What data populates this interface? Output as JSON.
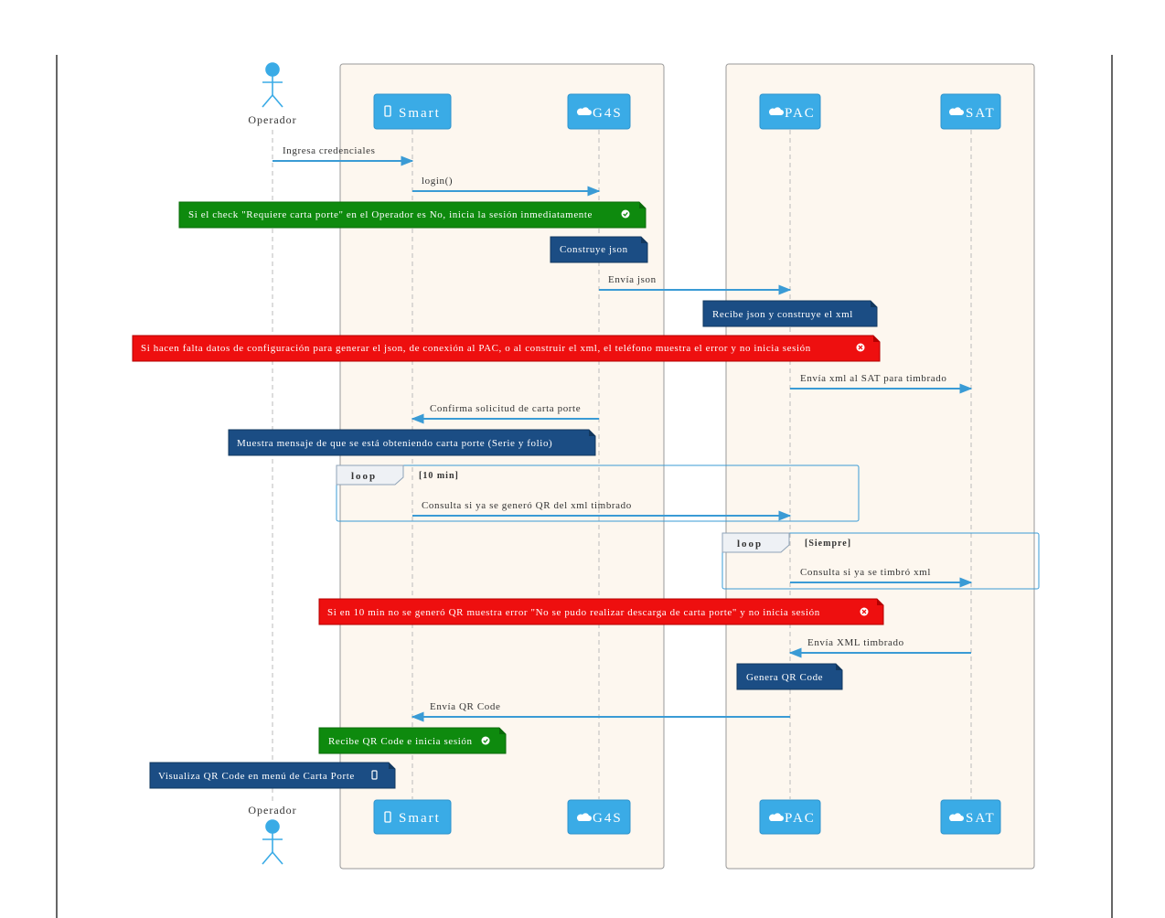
{
  "colors": {
    "arrow": "#3a9bd5",
    "participant_fill": "#3aabe6",
    "group_fill": "#fdf7ef",
    "group_stroke": "#999999",
    "note_success": "#0e8a0e",
    "note_info": "#1b4d84",
    "note_error": "#ee0f0f",
    "actor": "#3aabe6"
  },
  "participants": [
    {
      "id": "operador",
      "type": "actor",
      "label": "Operador",
      "icon": "actor-figure"
    },
    {
      "id": "smart",
      "type": "box",
      "label": "Smart",
      "icon": "mobile-phone-icon"
    },
    {
      "id": "g4s",
      "type": "box",
      "label": "G4S",
      "icon": "cloud-icon"
    },
    {
      "id": "pac",
      "type": "box",
      "label": "PAC",
      "icon": "cloud-icon"
    },
    {
      "id": "sat",
      "type": "box",
      "label": "SAT",
      "icon": "cloud-icon"
    }
  ],
  "groups": [
    {
      "id": "group-smart-g4s",
      "members": [
        "smart",
        "g4s"
      ]
    },
    {
      "id": "group-pac-sat",
      "members": [
        "pac",
        "sat"
      ]
    }
  ],
  "messages": [
    {
      "id": "msg-ingresa-credenciales",
      "from": "operador",
      "to": "smart",
      "label": "Ingresa credenciales"
    },
    {
      "id": "msg-login",
      "from": "smart",
      "to": "g4s",
      "label": "login()"
    },
    {
      "id": "msg-envia-json",
      "from": "g4s",
      "to": "pac",
      "label": "Envía json"
    },
    {
      "id": "msg-envia-xml-sat",
      "from": "pac",
      "to": "sat",
      "label": "Envía xml al SAT para timbrado"
    },
    {
      "id": "msg-confirma-solicitud",
      "from": "g4s",
      "to": "smart",
      "label": "Confirma solicitud de carta porte"
    },
    {
      "id": "msg-consulta-qr",
      "from": "smart",
      "to": "pac",
      "label": "Consulta si ya se generó QR del xml timbrado"
    },
    {
      "id": "msg-consulta-timbro",
      "from": "pac",
      "to": "sat",
      "label": "Consulta si ya se timbró xml"
    },
    {
      "id": "msg-envia-xml-timbrado",
      "from": "sat",
      "to": "pac",
      "label": "Envía XML timbrado"
    },
    {
      "id": "msg-envia-qr",
      "from": "pac",
      "to": "smart",
      "label": "Envía QR Code"
    }
  ],
  "notes": [
    {
      "id": "note-check-carta-porte",
      "style": "success",
      "text": "Si el check \"Requiere carta porte\" en el Operador es No, inicia la sesión inmediatamente",
      "icon": "check-circle-icon"
    },
    {
      "id": "note-construye-json",
      "style": "info",
      "text": "Construye json",
      "icon": ""
    },
    {
      "id": "note-recibe-json",
      "style": "info",
      "text": "Recibe json y construye el xml",
      "icon": ""
    },
    {
      "id": "note-error-config",
      "style": "error",
      "text": "Si hacen falta datos de configuración para generar el json, de conexión al PAC, o al construir el xml, el teléfono muestra el error y no inicia sesión",
      "icon": "x-circle-icon"
    },
    {
      "id": "note-muestra-mensaje",
      "style": "info",
      "text": "Muestra mensaje de que se está obteniendo carta porte (Serie y folio)",
      "icon": ""
    },
    {
      "id": "note-error-10min",
      "style": "error",
      "text": "Si en 10 min no se generó QR muestra error \"No se pudo realizar descarga de carta porte\" y no inicia sesión",
      "icon": "x-circle-icon"
    },
    {
      "id": "note-genera-qr",
      "style": "info",
      "text": "Genera QR Code",
      "icon": ""
    },
    {
      "id": "note-recibe-qr",
      "style": "success",
      "text": "Recibe QR Code e inicia sesión",
      "icon": "check-circle-icon"
    },
    {
      "id": "note-visualiza-qr",
      "style": "info",
      "text": "Visualiza QR Code en menú de Carta Porte",
      "icon": "mobile-phone-icon"
    }
  ],
  "loops": [
    {
      "id": "loop-10-min",
      "tag": "loop",
      "condition": "[10 min]"
    },
    {
      "id": "loop-siempre",
      "tag": "loop",
      "condition": "[Siempre]"
    }
  ]
}
